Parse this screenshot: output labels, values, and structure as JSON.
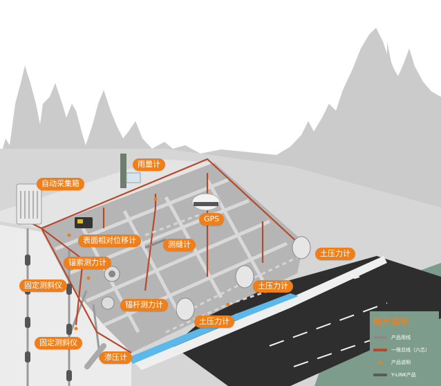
{
  "labels": {
    "rain_gauge": "雨量计",
    "auto_collection_box": "自动采集箱",
    "gps": "GPS",
    "surface_displacement": "表面相对位移计",
    "crack_meter": "测缝计",
    "anchor_cable_dynamometer": "锚索测力计",
    "fixed_inclinometer_1": "固定测斜仪",
    "anchor_rod_dynamometer": "锚杆测力计",
    "earth_pressure_1": "土压力计",
    "earth_pressure_2": "土压力计",
    "earth_pressure_3": "土压力计",
    "fixed_inclinometer_2": "固定测斜仪",
    "piezometer": "渗压计"
  },
  "legend": {
    "title": "图片说明",
    "items": [
      {
        "label": "产品用线",
        "kind": "line",
        "color": "#8a8a8a"
      },
      {
        "label": "一根总线（六芯）",
        "kind": "line",
        "color": "#b5492b"
      },
      {
        "label": "产品说明",
        "kind": "dot",
        "color": "#ef7f1a"
      },
      {
        "label": "Y-LINK产品",
        "kind": "line",
        "color": "#5a5a5a"
      }
    ]
  },
  "colors": {
    "accent": "#ef7f1a",
    "bus_line": "#b5492b",
    "product_line": "#8a8a8a",
    "trees": "#c9c9c9",
    "slope": "#b4b4b4",
    "road": "#2c2c2c",
    "water": "#5bb8e8",
    "grass": "#7e9c8c"
  }
}
